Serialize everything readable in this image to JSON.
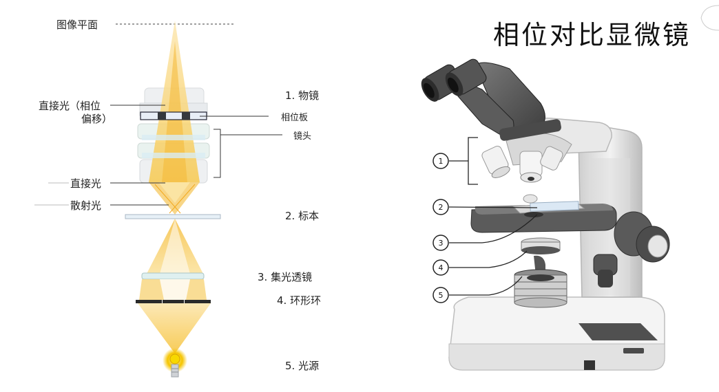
{
  "title": "相位对比显微镜",
  "left_diagram": {
    "image_plane": "图像平面",
    "direct_light_phase": "直接光（相位",
    "direct_light_phase_2": "偏移）",
    "direct_light": "直接光",
    "scattered_light": "散射光",
    "part1": "1. 物镜",
    "phase_plate": "相位板",
    "lens": "镜头",
    "part2": "2. 标本",
    "part3": "3. 集光透镜",
    "part4": "4. 环形环",
    "part5": "5. 光源"
  },
  "right_diagram": {
    "callouts": [
      "1",
      "2",
      "3",
      "4",
      "5"
    ]
  }
}
